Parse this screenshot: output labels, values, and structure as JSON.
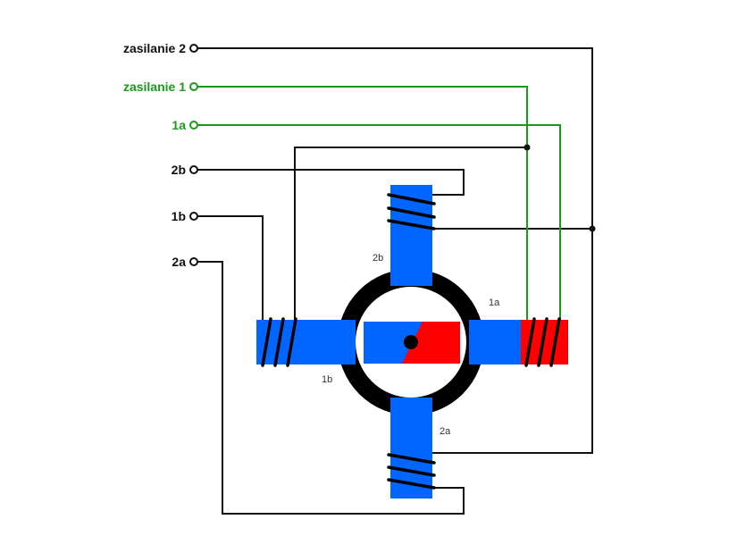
{
  "terminals": [
    {
      "label": "zasilanie 2",
      "color": "#111111"
    },
    {
      "label": "zasilanie 1",
      "color": "#1a9a1a"
    },
    {
      "label": "1a",
      "color": "#1a9a1a"
    },
    {
      "label": "2b",
      "color": "#111111"
    },
    {
      "label": "1b",
      "color": "#111111"
    },
    {
      "label": "2a",
      "color": "#111111"
    }
  ],
  "pole_labels": {
    "top": "2b",
    "right": "1a",
    "left": "1b",
    "bottom": "2a"
  },
  "colors": {
    "stator": "#0066ff",
    "active": "#ff0000",
    "wire": "#111111",
    "green_wire": "#1a9a1a"
  }
}
